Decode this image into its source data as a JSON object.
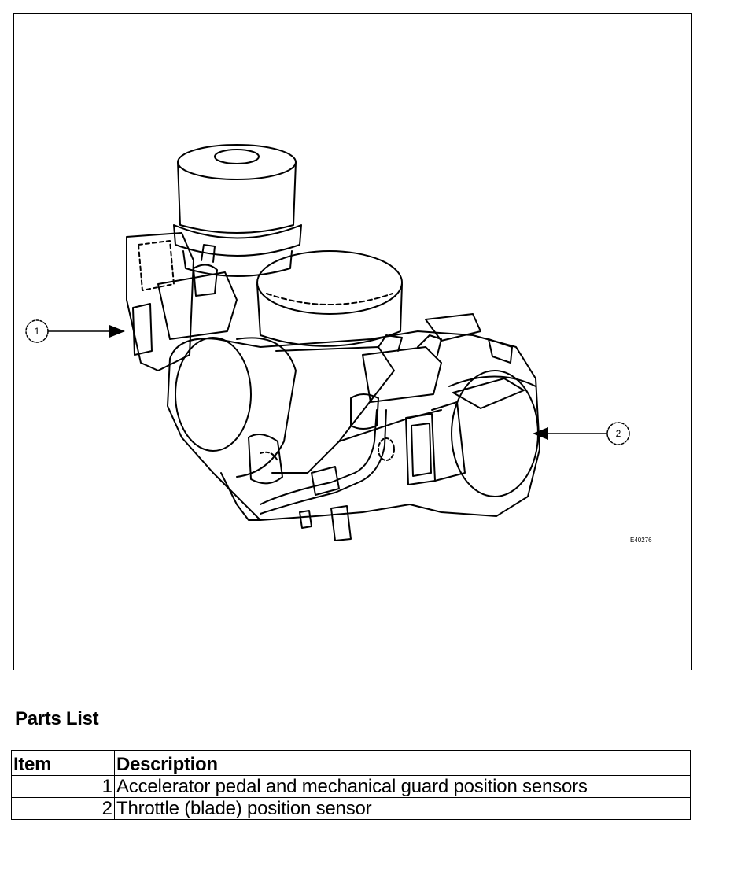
{
  "figure": {
    "callouts": [
      {
        "number": "1"
      },
      {
        "number": "2"
      }
    ],
    "figure_code": "E40276"
  },
  "parts_list": {
    "title": "Parts List",
    "headers": {
      "item": "Item",
      "description": "Description"
    },
    "rows": [
      {
        "item": "1",
        "description": "Accelerator pedal and mechanical guard position sensors"
      },
      {
        "item": "2",
        "description": "Throttle (blade) position sensor"
      }
    ]
  }
}
